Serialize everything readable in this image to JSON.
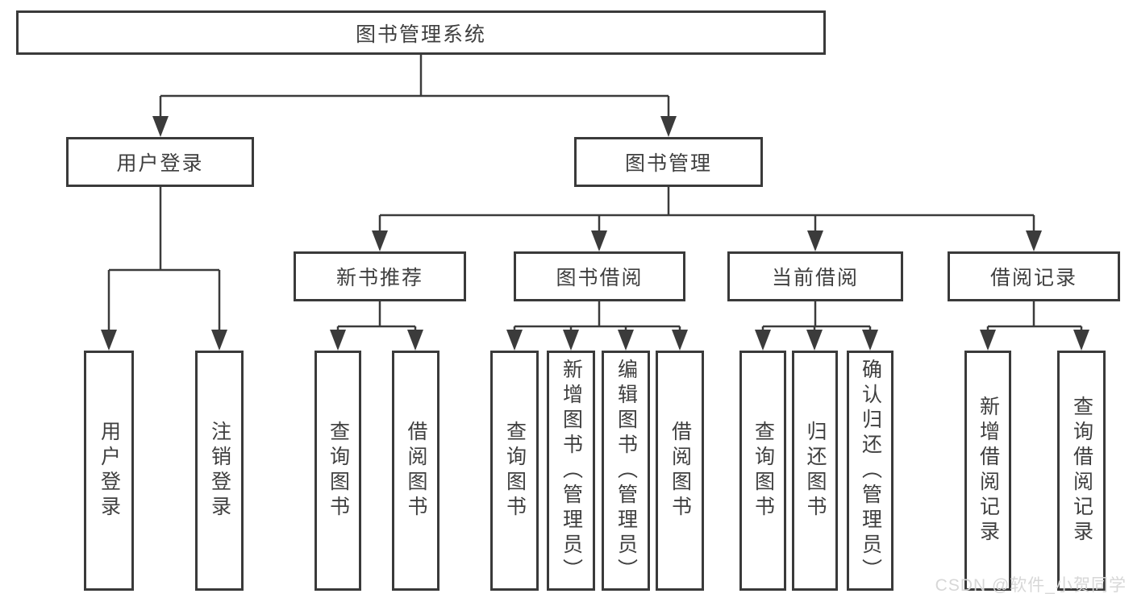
{
  "tree": {
    "root": "图书管理系统",
    "branches": [
      {
        "label": "用户登录",
        "children": [
          "用户登录",
          "注销登录"
        ]
      },
      {
        "label": "图书管理",
        "groups": [
          {
            "label": "新书推荐",
            "children": [
              "查询图书",
              "借阅图书"
            ]
          },
          {
            "label": "图书借阅",
            "children": [
              "查询图书",
              "新增图书（管理员）",
              "编辑图书（管理员）",
              "借阅图书"
            ]
          },
          {
            "label": "当前借阅",
            "children": [
              "查询图书",
              "归还图书",
              "确认归还（管理员）"
            ]
          },
          {
            "label": "借阅记录",
            "children": [
              "新增借阅记录",
              "查询借阅记录"
            ]
          }
        ]
      }
    ]
  },
  "watermark": {
    "text": "CSDN @软件_小贺同学"
  },
  "colors": {
    "line": "#3b3b3b",
    "border": "#3a3a3a",
    "text": "#3f3f3f",
    "background": "#ffffff",
    "watermark": "#d7d7d7"
  }
}
